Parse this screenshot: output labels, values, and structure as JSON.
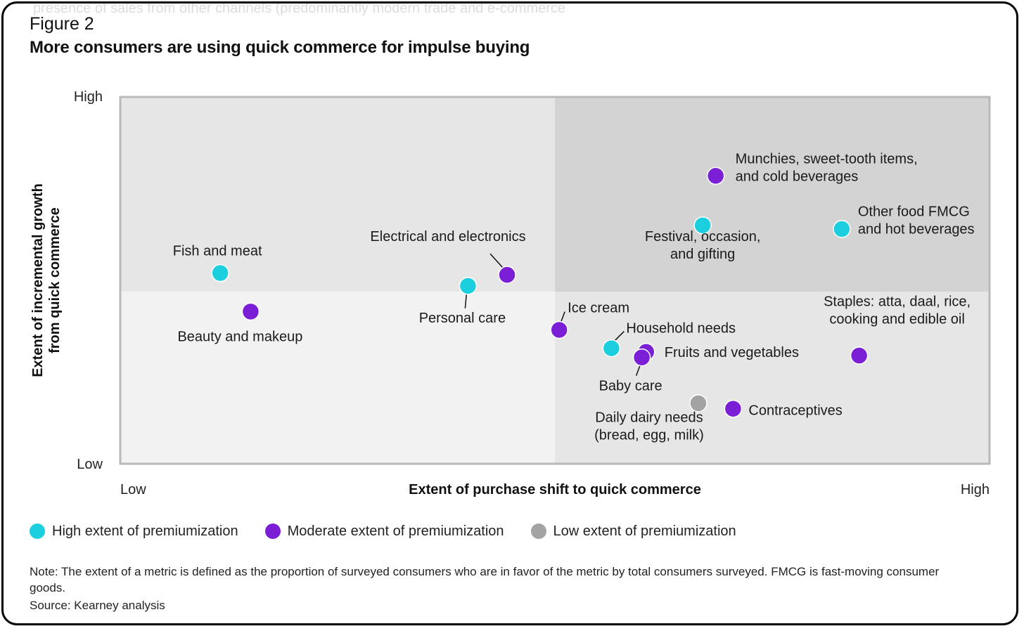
{
  "figure_label": "Figure 2",
  "title": "More consumers are using quick commerce for impulse buying",
  "ghost_text_top": "presence of sales from other channels (predominantly modern trade and e-commerce",
  "note": "Note: The extent of a metric is defined as the proportion of surveyed consumers who are in favor of the metric by total consumers surveyed. FMCG is fast-moving consumer goods.",
  "source": "Source: Kearney analysis",
  "colors": {
    "high": "#1ccfdf",
    "moderate": "#7a1fd6",
    "low": "#a3a3a3",
    "quad_top_left": "#e6e6e6",
    "quad_top_right": "#d3d3d3",
    "quad_bottom_left": "#f2f2f2",
    "quad_bottom_right": "#e6e6e6",
    "border": "#b9b9b9"
  },
  "chart_data": {
    "type": "scatter",
    "xlabel": "Extent of purchase shift to quick commerce",
    "ylabel": "Extent of incremental growth from quick commerce",
    "x_ticks": [
      "Low",
      "High"
    ],
    "y_ticks": [
      "Low",
      "High"
    ],
    "xlim": [
      0,
      100
    ],
    "ylim": [
      0,
      100
    ],
    "legend_position": "bottom",
    "series": [
      {
        "name": "High extent of premiumization",
        "key": "high"
      },
      {
        "name": "Moderate extent of premiumization",
        "key": "moderate"
      },
      {
        "name": "Low extent of premiumization",
        "key": "low"
      }
    ],
    "points": [
      {
        "label": [
          "Fish and meat"
        ],
        "x": 11.5,
        "y": 52,
        "premiumization": "high"
      },
      {
        "label": [
          "Beauty and makeup"
        ],
        "x": 15,
        "y": 41.5,
        "premiumization": "moderate"
      },
      {
        "label": [
          "Personal care"
        ],
        "x": 40,
        "y": 48.5,
        "premiumization": "high"
      },
      {
        "label": [
          "Electrical and electronics"
        ],
        "x": 44.5,
        "y": 51.5,
        "premiumization": "moderate"
      },
      {
        "label": [
          "Munchies, sweet-tooth items,",
          "and cold beverages"
        ],
        "x": 68.5,
        "y": 78.5,
        "premiumization": "moderate"
      },
      {
        "label": [
          "Festival, occasion,",
          "and gifting"
        ],
        "x": 67,
        "y": 65,
        "premiumization": "high"
      },
      {
        "label": [
          "Other food FMCG",
          "and hot beverages"
        ],
        "x": 83,
        "y": 64,
        "premiumization": "high"
      },
      {
        "label": [
          "Ice cream"
        ],
        "x": 50.5,
        "y": 36.5,
        "premiumization": "moderate"
      },
      {
        "label": [
          "Household needs"
        ],
        "x": 56.5,
        "y": 31.5,
        "premiumization": "high"
      },
      {
        "label": [
          "Fruits and vegetables"
        ],
        "x": 60.5,
        "y": 30.5,
        "premiumization": "moderate"
      },
      {
        "label": [
          "Baby care"
        ],
        "x": 60,
        "y": 29,
        "premiumization": "moderate"
      },
      {
        "label": [
          "Staples: atta, daal, rice,",
          "cooking and edible oil"
        ],
        "x": 85,
        "y": 29.5,
        "premiumization": "moderate"
      },
      {
        "label": [
          "Daily dairy needs",
          "(bread, egg, milk)"
        ],
        "x": 66.5,
        "y": 16.5,
        "premiumization": "low"
      },
      {
        "label": [
          "Contraceptives"
        ],
        "x": 70.5,
        "y": 15,
        "premiumization": "moderate"
      }
    ]
  }
}
